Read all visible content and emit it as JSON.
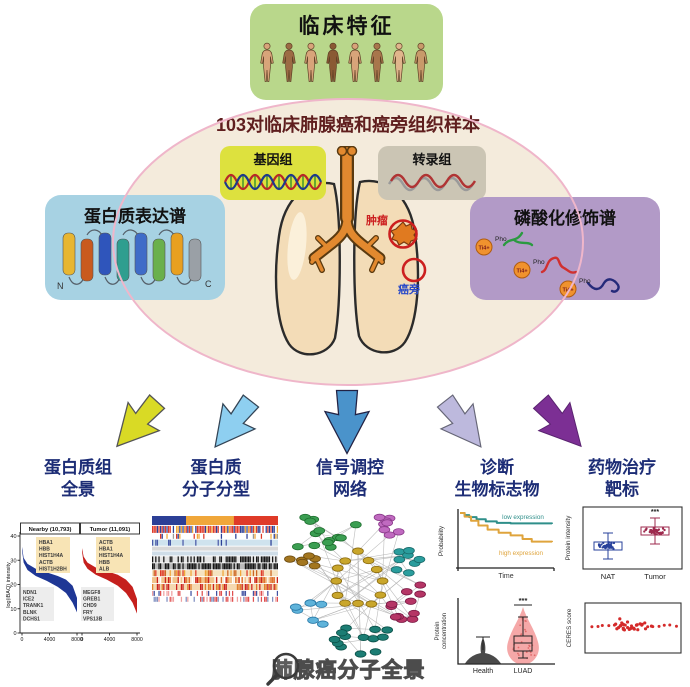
{
  "clinical": {
    "title": "临床特征",
    "figure_count": 8
  },
  "cohort": {
    "title": "103对临床肺腺癌和癌旁组织样本",
    "genome_label": "基因组",
    "transcriptome_label": "转录组",
    "tumor_label": "肿瘤",
    "adjacent_label": "癌旁"
  },
  "proteome_box": {
    "title": "蛋白质表达谱",
    "n_terminus": "N",
    "c_terminus": "C"
  },
  "phospho_box": {
    "title": "磷酸化修饰谱",
    "ion_label": "Ti4+",
    "pho_label": "Pho"
  },
  "columns": [
    {
      "line1": "蛋白质组",
      "line2": "全景",
      "arrow_color": "#d9da25"
    },
    {
      "line1": "蛋白质",
      "line2": "分子分型",
      "arrow_color": "#8ecff0"
    },
    {
      "line1": "信号调控",
      "line2": "网络",
      "arrow_color": "#4a93cb"
    },
    {
      "line1": "诊断",
      "line2": "生物标志物",
      "arrow_color": "#bdb9dd"
    },
    {
      "line1": "药物治疗",
      "line2": "靶标",
      "arrow_color": "#7c2f94"
    }
  ],
  "footer": {
    "title": "肺腺癌分子全景"
  },
  "chart_data": [
    {
      "id": "proteome-waterfall",
      "type": "area",
      "ylabel": "log(iBAQ) intensity",
      "ylim": [
        0,
        40
      ],
      "yticks": [
        0,
        10,
        20,
        30,
        40
      ],
      "xticks": [
        0,
        4000,
        8000
      ],
      "panels": [
        {
          "header": "Nearby (10,793)",
          "color": "#1f3795",
          "top_genes": [
            "HBA1",
            "HBB",
            "HIST1H4A",
            "ACTB",
            "HIST1H2BH"
          ],
          "bottom_genes": [
            "NDN1",
            "ICE2",
            "TRANK1",
            "BLNK",
            "DCHS1"
          ],
          "curve": {
            "x": [
              0,
              0.03,
              0.1,
              0.25,
              0.45,
              0.65,
              0.8,
              0.92,
              1
            ],
            "top": [
              35.5,
              31,
              28.5,
              26.5,
              25,
              23.5,
              22,
              19.5,
              14.5
            ],
            "bottom": [
              34,
              29,
              26,
              23.5,
              21.5,
              19,
              16.5,
              12.5,
              8.5
            ]
          }
        },
        {
          "header": "Tumor (11,091)",
          "color": "#c5201d",
          "top_genes": [
            "ACTB",
            "HBA1",
            "HIST1H4A",
            "HBB",
            "ALB"
          ],
          "bottom_genes": [
            "MEGF8",
            "GREB1",
            "CHD9",
            "FRY",
            "VPS13B"
          ],
          "curve": {
            "x": [
              0,
              0.03,
              0.1,
              0.25,
              0.45,
              0.65,
              0.8,
              0.92,
              1
            ],
            "top": [
              35,
              31.5,
              29,
              27,
              25.5,
              24,
              22,
              19,
              14
            ],
            "bottom": [
              33.5,
              29,
              26.5,
              24,
              22,
              19.5,
              16.5,
              12.5,
              8
            ]
          }
        }
      ]
    },
    {
      "id": "subtype-heatmap",
      "type": "heatmap",
      "tracks": [
        {
          "kind": "blocks",
          "height": 9,
          "blocks": [
            {
              "color": "#2c3f96",
              "frac": 0.27
            },
            {
              "color": "#f0a73a",
              "frac": 0.38
            },
            {
              "color": "#df3a28",
              "frac": 0.35
            }
          ]
        },
        {
          "kind": "bars",
          "height": 7,
          "bg": "#ffffff",
          "colors": [
            "#2c3f96",
            "#f0a73a",
            "#df3a28"
          ],
          "density": 0.92
        },
        {
          "kind": "bars",
          "height": 5,
          "bg": "#ffffff",
          "colors": [
            "#2c3f96",
            "#df3a28",
            "#f0a73a",
            "#999999"
          ],
          "density": 0.3
        },
        {
          "kind": "bars",
          "height": 6,
          "bg": "#cfe3ee",
          "colors": [
            "#2c3f96",
            "#4a5aa8"
          ],
          "density": 0.18
        },
        {
          "kind": "solid",
          "height": 4,
          "bg": "#d8d8d8"
        },
        {
          "kind": "solid",
          "height": 4,
          "bg": "#cfdde8"
        },
        {
          "kind": "bars",
          "height": 6,
          "bg": "#e4e4e4",
          "colors": [
            "#151515"
          ],
          "density": 0.55
        },
        {
          "kind": "bars",
          "height": 6,
          "bg": "#bcbcbc",
          "colors": [
            "#151515"
          ],
          "density": 0.72
        },
        {
          "kind": "bars",
          "height": 6,
          "bg": "#f5e3c0",
          "colors": [
            "#df3a28",
            "#f0a73a",
            "#cc6622"
          ],
          "density": 0.5
        },
        {
          "kind": "bars",
          "height": 6,
          "bg": "#f2c48c",
          "colors": [
            "#cc2222",
            "#ffffff",
            "#e07030"
          ],
          "density": 0.62
        },
        {
          "kind": "bars",
          "height": 6,
          "bg": "#f5d9b0",
          "colors": [
            "#cc2222",
            "#e08030"
          ],
          "density": 0.55
        },
        {
          "kind": "bars",
          "height": 5,
          "bg": "#ffffff",
          "colors": [
            "#e05050",
            "#f0a0a0",
            "#4050a0"
          ],
          "density": 0.38
        },
        {
          "kind": "bars",
          "height": 5,
          "bg": "#ffffff",
          "colors": [
            "#e05050",
            "#8090c0",
            "#f0a0a0"
          ],
          "density": 0.42
        }
      ]
    },
    {
      "id": "signaling-network",
      "type": "network",
      "edge_color": "#b5b5b5",
      "edge_count": 62,
      "clusters": [
        {
          "color": "#3b9e52",
          "stroke": "#1e6e2e",
          "cx": 44,
          "cy": 30,
          "rx": 30,
          "ry": 16,
          "count": 13
        },
        {
          "color": "#c06ac0",
          "stroke": "#8a3a8a",
          "cx": 112,
          "cy": 26,
          "rx": 22,
          "ry": 12,
          "count": 8
        },
        {
          "color": "#2a9d9d",
          "stroke": "#1a6a6a",
          "cx": 130,
          "cy": 60,
          "rx": 18,
          "ry": 14,
          "count": 8
        },
        {
          "color": "#b53565",
          "stroke": "#7a1a45",
          "cx": 128,
          "cy": 100,
          "rx": 20,
          "ry": 18,
          "count": 11
        },
        {
          "color": "#a3761f",
          "stroke": "#6a4a10",
          "cx": 20,
          "cy": 62,
          "rx": 14,
          "ry": 12,
          "count": 6
        },
        {
          "color": "#5fb3da",
          "stroke": "#2a7aa8",
          "cx": 28,
          "cy": 108,
          "rx": 16,
          "ry": 14,
          "count": 7
        },
        {
          "color": "#1c7d74",
          "stroke": "#0a5048",
          "cx": 82,
          "cy": 138,
          "rx": 36,
          "ry": 14,
          "count": 13
        },
        {
          "color": "#c9a62b",
          "stroke": "#8a6a10",
          "cx": 76,
          "cy": 78,
          "rx": 26,
          "ry": 28,
          "count": 12,
          "ring": true
        }
      ]
    },
    {
      "id": "survival-curves",
      "type": "line",
      "ylabel": "Probability",
      "xlabel": "Time",
      "series": [
        {
          "name": "low expression",
          "color": "#2f8f8a",
          "x": [
            0,
            0.05,
            0.1,
            0.18,
            0.28,
            0.4,
            0.55,
            1
          ],
          "y": [
            1,
            0.96,
            0.92,
            0.88,
            0.84,
            0.81,
            0.8,
            0.79
          ]
        },
        {
          "name": "high expression",
          "color": "#dfa43c",
          "x": [
            0,
            0.05,
            0.12,
            0.2,
            0.3,
            0.42,
            0.55,
            0.68,
            0.78,
            1
          ],
          "y": [
            1,
            0.93,
            0.85,
            0.76,
            0.68,
            0.62,
            0.57,
            0.5,
            0.45,
            0.44
          ]
        }
      ]
    },
    {
      "id": "biomarker-violin",
      "type": "area",
      "ylabel": "Protein concentration",
      "categories": [
        "Health",
        "LUAD"
      ],
      "significance": "***",
      "colors": [
        "#4a4a4a",
        "#f5a8a8"
      ]
    },
    {
      "id": "target-boxplot",
      "type": "scatter",
      "ylabel": "Protein intensity",
      "categories": [
        "NAT",
        "Tumor"
      ],
      "significance": "***",
      "colors": [
        "#27409b",
        "#9e2a4e"
      ]
    },
    {
      "id": "ceres-scatter",
      "type": "scatter",
      "ylabel": "CERES score",
      "color": "#d42a2a",
      "count": 44
    }
  ]
}
